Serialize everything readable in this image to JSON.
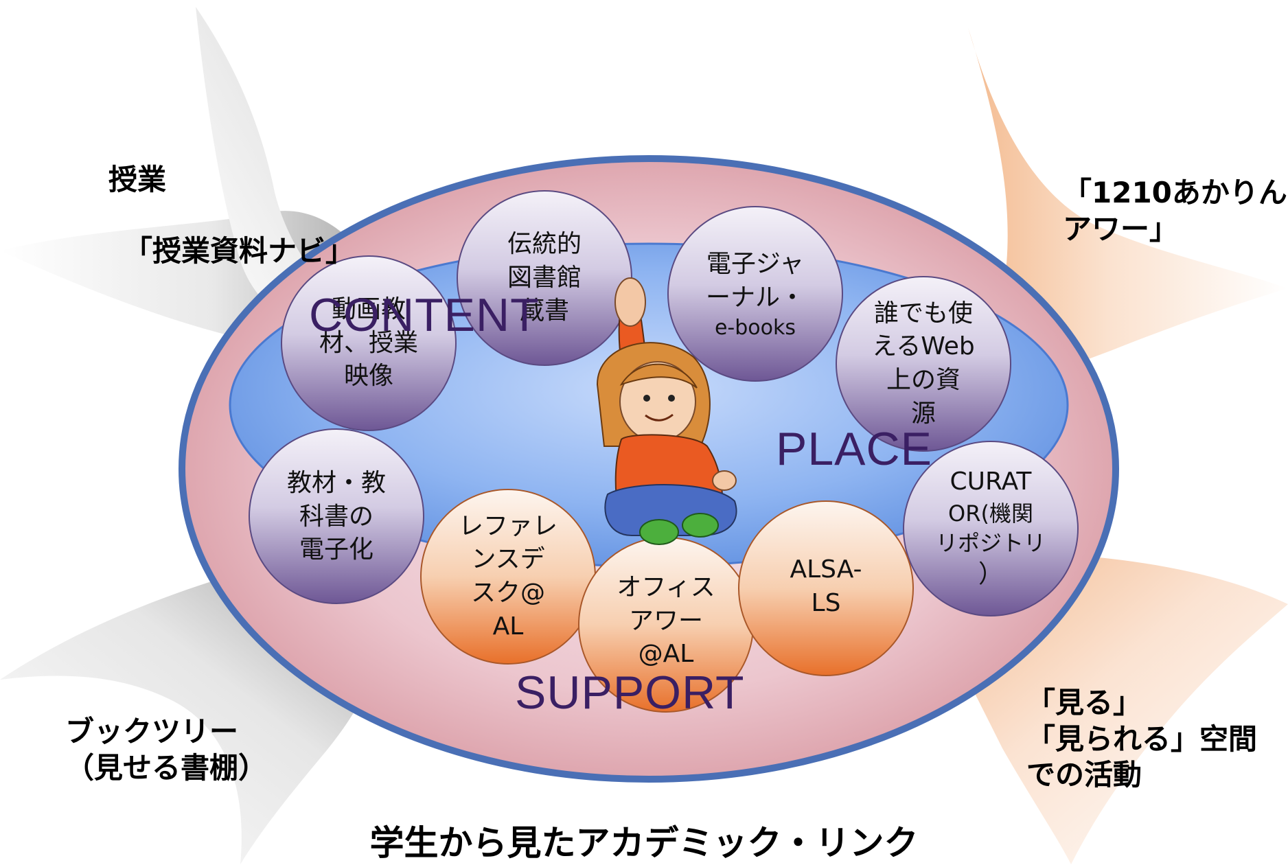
{
  "title": "学生から見たアカデミック・リンク",
  "regions": {
    "content": "CONTENT",
    "place": "PLACE",
    "support": "SUPPORT"
  },
  "corners": {
    "top_left": {
      "line1": "授業",
      "line2": "「授業資料ナビ」"
    },
    "bottom_left": {
      "line1": "ブックツリー",
      "line2": "（見せる書棚）"
    },
    "top_right": {
      "line1": "「1210あかりん",
      "line2": "アワー」"
    },
    "bottom_right": {
      "line1": "「見る」",
      "line2": "「見られる」空間",
      "line3": "での活動"
    }
  },
  "circles": {
    "video": {
      "l1": "動画教",
      "l2": "材、授業",
      "l3": "映像"
    },
    "traditional": {
      "l1": "伝統的",
      "l2": "図書館",
      "l3": "蔵書"
    },
    "ejournal": {
      "l1": "電子ジャ",
      "l2": "ーナル・",
      "l3": "e-books"
    },
    "web": {
      "l1": "誰でも使",
      "l2": "えるWeb",
      "l3": "上の資",
      "l4": "源"
    },
    "textbook": {
      "l1": "教材・教",
      "l2": "科書の",
      "l3": "電子化"
    },
    "curator": {
      "l1": "CURAT",
      "l2": "OR(機関",
      "l3": "リポジトリ",
      "l4": "）"
    },
    "reference": {
      "l1": "レファレ",
      "l2": "ンスデ",
      "l3": "スク@",
      "l4": "AL"
    },
    "office": {
      "l1": "オフィス",
      "l2": "アワー",
      "l3": "@AL"
    },
    "alsa": {
      "l1": "ALSA-",
      "l2": "LS"
    }
  },
  "colors": {
    "outer_ring": "#4a6fb5",
    "inner_blue": "#7ea7ea",
    "purple_circle": "#7c6aa0",
    "orange_circle": "#e8742e",
    "region_text": "#3a1f63"
  }
}
